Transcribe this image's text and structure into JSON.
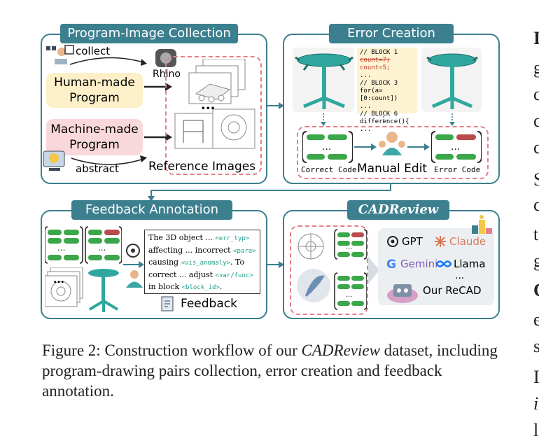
{
  "panels": {
    "collection": {
      "title": "Program-Image Collection",
      "collect_label": "collect",
      "rhino_label": "Rhino",
      "human_program": [
        "Human-made",
        "Program"
      ],
      "machine_program": [
        "Machine-made",
        "Program"
      ],
      "abstract_label": "abstract",
      "ellipsis": "...",
      "reference_label": "Reference Images"
    },
    "error": {
      "title": "Error Creation",
      "code_lines": [
        "// BLOCK 1",
        "count=7;",
        "count=5;",
        "...",
        "// BLOCK 3",
        "for(a=[0:count])",
        "...",
        "// BLOCK 6",
        "difference(){",
        "..."
      ],
      "correct_label": "Correct Code",
      "manual_label": "Manual Edit",
      "error_label": "Error Code"
    },
    "feedback": {
      "title": "Feedback Annotation",
      "text_parts": [
        {
          "txt": "The 3D object ... "
        },
        {
          "tag": "<err_typ>"
        },
        {
          "txt": "affecting ... incorrect "
        },
        {
          "tag": "<para>"
        },
        {
          "txt": "causing "
        },
        {
          "tag": "<vis_anomaly>"
        },
        {
          "txt": ". To"
        },
        {
          "txt": "correct ... adjust "
        },
        {
          "tag": "<var/func>"
        },
        {
          "txt": "in block "
        },
        {
          "tag": "<block_id>"
        },
        {
          "txt": "."
        }
      ],
      "feedback_label": "Feedback",
      "ellipsis": "..."
    },
    "cadreview": {
      "title": "CADReview",
      "models": {
        "gpt": "GPT",
        "claude": "Claude",
        "gemini": "Gemini",
        "llama": "Llama",
        "ellipsis": "...",
        "ours": "Our ReCAD"
      }
    }
  },
  "caption": {
    "prefix": "Figure 2: Construction workflow of our ",
    "name": "CADReview",
    "suffix": " dataset, including program-drawing pairs collection, error creation and feedback annotation."
  },
  "side_text": [
    "I",
    "g",
    "c",
    "c",
    "c",
    "S",
    "c",
    "t",
    "g",
    "C",
    "e",
    "s",
    "I",
    "i",
    "l"
  ],
  "colors": {
    "teal": "#3c7f8e",
    "pink_dash": "#e77d8b",
    "green": "#3ca64a",
    "red": "#b84c4c",
    "human_bg": "#fdf0c8",
    "machine_bg": "#f9d8dc",
    "code_bg": "#fdf3d2"
  }
}
